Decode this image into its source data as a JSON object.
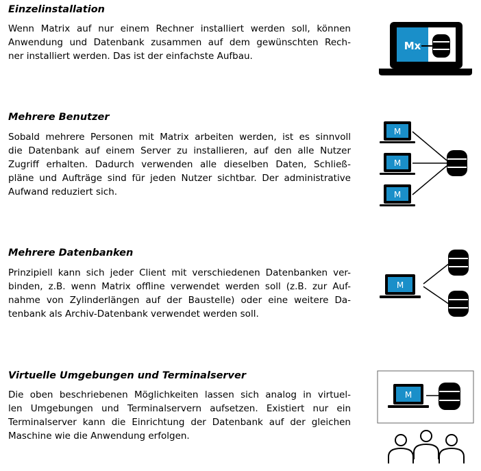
{
  "sections": [
    {
      "heading": "Einzelinstallation",
      "lines": [
        "Wenn Matrix auf nur einem Rechner installiert werden soll, können",
        "Anwendung und Datenbank zusammen auf dem gewünschten Rech-",
        "ner installiert werden. Das ist der einfachste Aufbau."
      ],
      "illustration": {
        "screen_label": "Mx",
        "icons": [
          "laptop-icon",
          "database-icon"
        ]
      }
    },
    {
      "heading": "Mehrere Benutzer",
      "lines": [
        "Sobald mehrere Personen mit Matrix arbeiten werden, ist es sinnvoll",
        "die Datenbank auf einem Server zu installieren, auf den alle Nutzer",
        "Zugriff erhalten. Dadurch verwenden alle dieselben Daten, Schließ-",
        "pläne und Aufträge sind für jeden Nutzer sichtbar. Der administrative",
        "Aufwand reduziert sich."
      ],
      "illustration": {
        "screen_labels": [
          "M",
          "M",
          "M"
        ],
        "icons": [
          "laptop-icon",
          "laptop-icon",
          "laptop-icon",
          "database-icon"
        ]
      }
    },
    {
      "heading": "Mehrere Datenbanken",
      "lines": [
        "Prinzipiell kann sich jeder Client mit verschiedenen Datenbanken ver-",
        "binden, z.B. wenn Matrix offline verwendet werden soll (z.B. zur Auf-",
        "nahme von Zylinderlängen auf der Baustelle) oder eine weitere Da-",
        "tenbank als Archiv-Datenbank verwendet werden soll."
      ],
      "illustration": {
        "screen_label": "M",
        "icons": [
          "laptop-icon",
          "database-icon",
          "database-icon"
        ]
      }
    },
    {
      "heading": "Virtuelle Umgebungen und Terminalserver",
      "lines": [
        "Die oben beschriebenen Möglichkeiten lassen sich analog in virtuel-",
        "len Umgebungen und Terminalservern aufsetzen. Existiert nur ein",
        "Terminalserver kann die Einrichtung der Datenbank auf der gleichen",
        "Maschine wie die Anwendung erfolgen."
      ],
      "illustration": {
        "screen_label": "M",
        "icons": [
          "laptop-icon",
          "database-icon",
          "users-icon"
        ]
      }
    }
  ],
  "colors": {
    "screen_blue": "#1a8fc9",
    "device_black": "#000000",
    "text": "#000000"
  }
}
